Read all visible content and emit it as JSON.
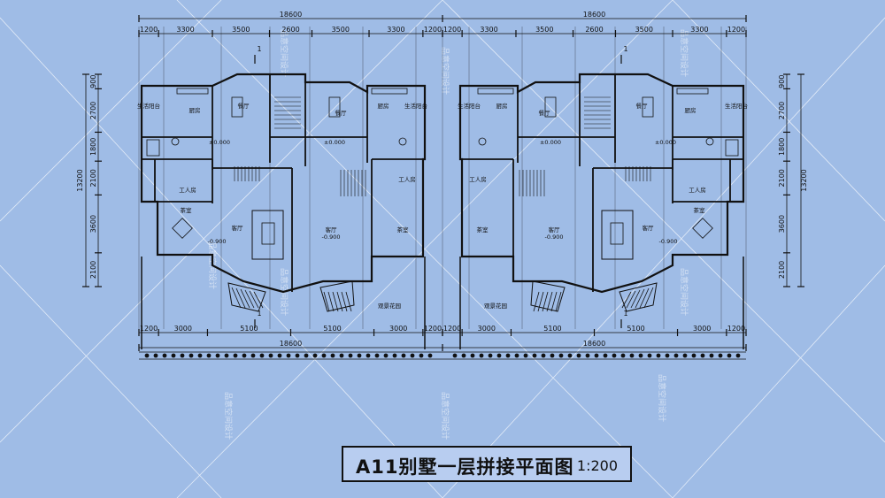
{
  "title": "A11别墅一层拼接平面图",
  "scale": "1:200",
  "overall_width_label": "18600",
  "top_dims": [
    "1200",
    "3300",
    "3500",
    "2600",
    "3500",
    "3300",
    "1200"
  ],
  "bottom_dims": [
    "1200",
    "3000",
    "5100",
    "5100",
    "3000",
    "1200"
  ],
  "left_dims": [
    "900",
    "2700",
    "1800",
    "2100",
    "3600",
    "2100"
  ],
  "left_total": "13200",
  "right_total": "13200",
  "rooms": {
    "kitchen": "厨房",
    "dining": "餐厅",
    "utility": "生活阳台",
    "servant": "工人房",
    "tea": "茶室",
    "living": "客厅",
    "garden": "观景花园"
  },
  "levels": {
    "zero": "±0.000",
    "minus": "-0.900"
  },
  "section_mark": "1",
  "watermark": "品意空间设计",
  "colors": {
    "background": "#9fbce6",
    "line": "#111111",
    "watermark": "#ffffff"
  }
}
